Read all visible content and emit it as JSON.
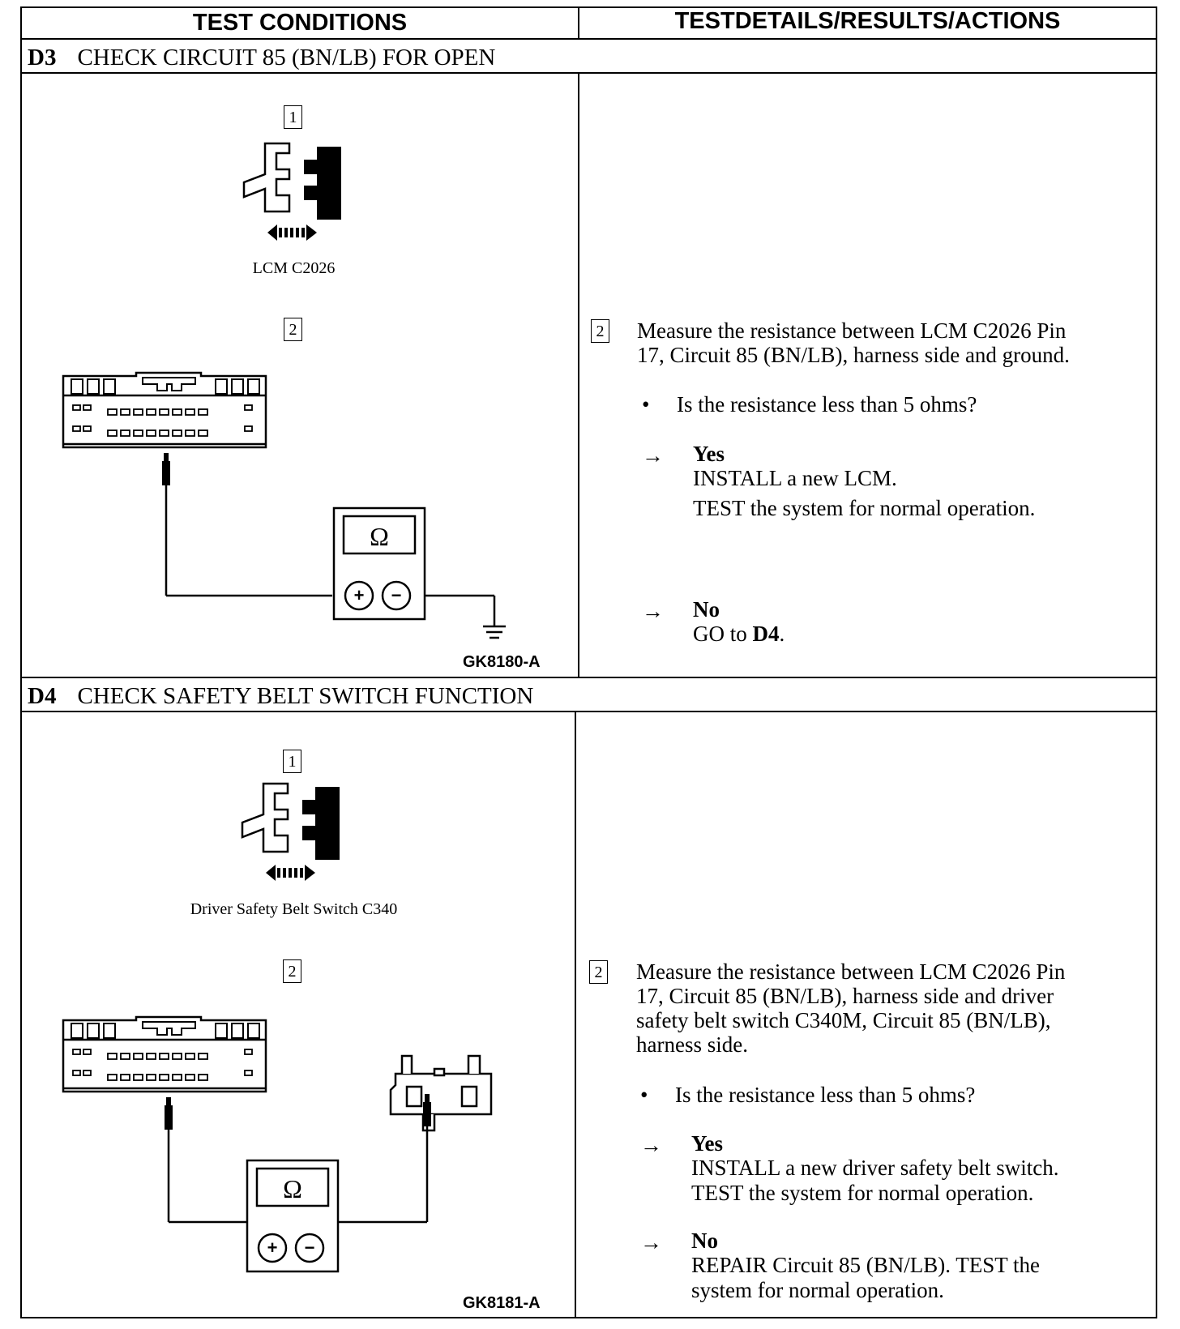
{
  "header": {
    "left": "TEST CONDITIONS",
    "right": "TESTDETAILS/RESULTS/ACTIONS"
  },
  "steps": [
    {
      "id": "D3",
      "title": "CHECK CIRCUIT 85 (BN/LB) FOR OPEN",
      "figure": {
        "step1_num": "1",
        "connector_label": "LCM C2026",
        "step2_num": "2",
        "meter_symbol": "Ω",
        "figure_id": "GK8180-A"
      },
      "details": {
        "step_num": "2",
        "instruction_lines": [
          "Measure the resistance between LCM C2026 Pin",
          "17, Circuit 85 (BN/LB), harness side and ground."
        ],
        "question": "Is the resistance less than 5 ohms?",
        "yes_label": "Yes",
        "yes_lines": [
          "INSTALL a new LCM.",
          "TEST the system for normal  operation."
        ],
        "no_label": "No",
        "no_prefix": "GO to ",
        "no_target": "D4",
        "no_suffix": "."
      }
    },
    {
      "id": "D4",
      "title": "CHECK SAFETY BELT SWITCH FUNCTION",
      "figure": {
        "step1_num": "1",
        "connector_label": "Driver Safety Belt Switch C340",
        "step2_num": "2",
        "meter_symbol": "Ω",
        "figure_id": "GK8181-A"
      },
      "details": {
        "step_num": "2",
        "instruction_lines": [
          "Measure the resistance between LCM C2026 Pin",
          "17, Circuit 85 (BN/LB), harness side and driver",
          "safety belt switch C340M, Circuit 85 (BN/LB),",
          "harness side."
        ],
        "question": "Is the resistance less than 5 ohms?",
        "yes_label": "Yes",
        "yes_lines": [
          "INSTALL a new driver safety belt switch.",
          "TEST the system for normal operation."
        ],
        "no_label": "No",
        "no_lines": [
          "REPAIR Circuit 85 (BN/LB). TEST the",
          "system for normal operation."
        ]
      }
    }
  ],
  "symbols": {
    "bullet": "•",
    "arrow": "→",
    "plus": "+",
    "minus": "−"
  }
}
